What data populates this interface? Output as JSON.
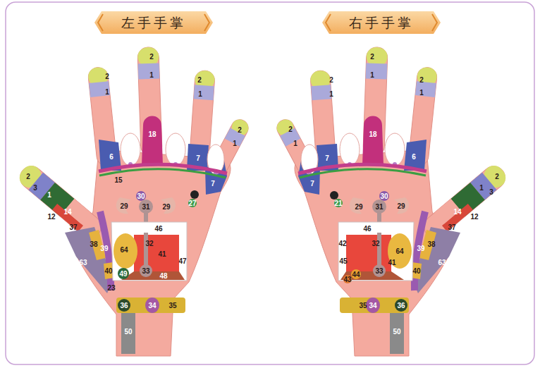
{
  "diagram": {
    "nodes": [
      {
        "text": [
          "左手手掌"
        ]
      },
      {
        "text": [
          "右手手掌"
        ]
      }
    ],
    "labels": [
      "2",
      "1",
      "2",
      "1",
      "2",
      "1",
      "2",
      "1",
      "18",
      "6",
      "7",
      "7",
      "15",
      "2",
      "3",
      "1",
      "14",
      "12",
      "37",
      "30",
      "27",
      "29",
      "31",
      "29",
      "46",
      "32",
      "64",
      "41",
      "38",
      "39",
      "40",
      "63",
      "49",
      "33",
      "48",
      "47",
      "23",
      "36",
      "34",
      "35",
      "50",
      "2",
      "1",
      "2",
      "1",
      "2",
      "1",
      "2",
      "1",
      "18",
      "7",
      "7",
      "6",
      "2",
      "1",
      "3",
      "14",
      "12",
      "37",
      "21",
      "30",
      "29",
      "31",
      "29",
      "46",
      "42",
      "45",
      "32",
      "64",
      "38",
      "39",
      "63",
      "40",
      "41",
      "33",
      "44",
      "43",
      "35",
      "34",
      "36",
      "50"
    ]
  }
}
